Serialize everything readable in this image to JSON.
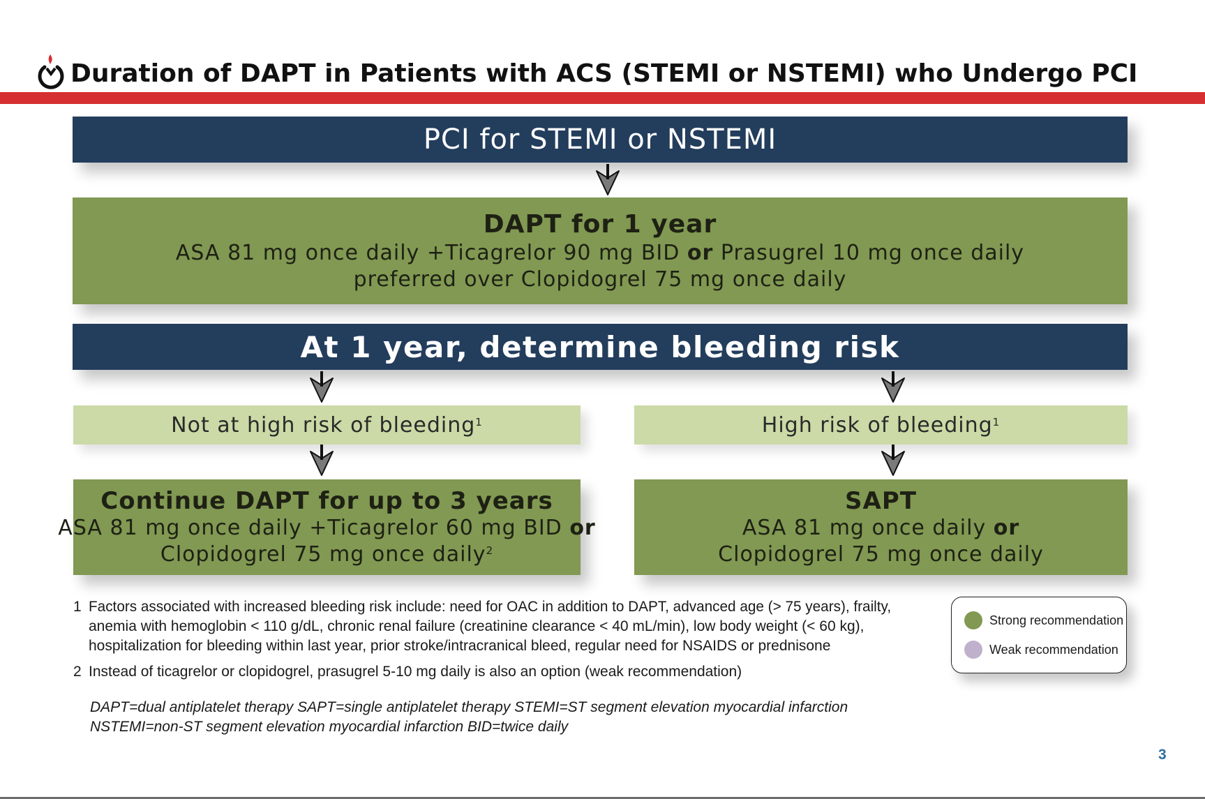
{
  "header": {
    "title": "Duration of DAPT in Patients with ACS (STEMI or NSTEMI) who Undergo PCI",
    "logo_icon": "heart-flame-logo",
    "accent_color": "#d62f31"
  },
  "flowchart": {
    "step1": {
      "label": "PCI for STEMI or NSTEMI"
    },
    "step2": {
      "title": "DAPT for 1 year",
      "line1_pre": "ASA 81 mg once daily +Ticagrelor 90 mg BID",
      "line1_or": "or",
      "line1_post": "Prasugrel 10 mg once daily",
      "line2": "preferred over Clopidogrel 75 mg once daily"
    },
    "step3": {
      "label": "At 1 year, determine bleeding risk"
    },
    "left_branch": {
      "condition": "Not at high risk of bleeding",
      "condition_sup": "1",
      "title": "Continue DAPT for up to 3 years",
      "line1_pre": "ASA 81 mg once daily +Ticagrelor 60 mg BID",
      "line1_or": "or",
      "line2": "Clopidogrel 75 mg once daily",
      "line2_sup": "2"
    },
    "right_branch": {
      "condition": "High risk of bleeding",
      "condition_sup": "1",
      "title": "SAPT",
      "line1_pre": "ASA 81 mg once daily",
      "line1_or": "or",
      "line2": "Clopidogrel 75 mg once daily"
    },
    "colors": {
      "navy": "#233d5c",
      "strong_green": "#819952",
      "light_green": "#cbdaa6"
    }
  },
  "footnotes": [
    {
      "number": "1",
      "lines": [
        "Factors associated with increased bleeding risk include: need for OAC in addition to DAPT, advanced age (> 75 years), frailty,",
        "anemia with hemoglobin < 110 g/dL, chronic renal failure (creatinine clearance < 40 mL/min), low body weight (< 60 kg),",
        "hospitalization for bleeding within last year, prior stroke/intracranical bleed, regular need for NSAIDS or prednisone"
      ]
    },
    {
      "number": "2",
      "lines": [
        "Instead of ticagrelor or clopidogrel, prasugrel 5-10 mg daily is also an option (weak recommendation)"
      ]
    }
  ],
  "abbreviations": {
    "line1": "DAPT=dual antiplatelet therapy SAPT=single antiplatelet therapy STEMI=ST segment elevation myocardial infarction",
    "line2": "NSTEMI=non-ST segment elevation myocardial infarction BID=twice daily"
  },
  "legend": {
    "items": [
      {
        "label": "Strong recommendation",
        "color": "#819952"
      },
      {
        "label": "Weak recommendation",
        "color": "#bfb0cc"
      }
    ]
  },
  "page_number": "3"
}
